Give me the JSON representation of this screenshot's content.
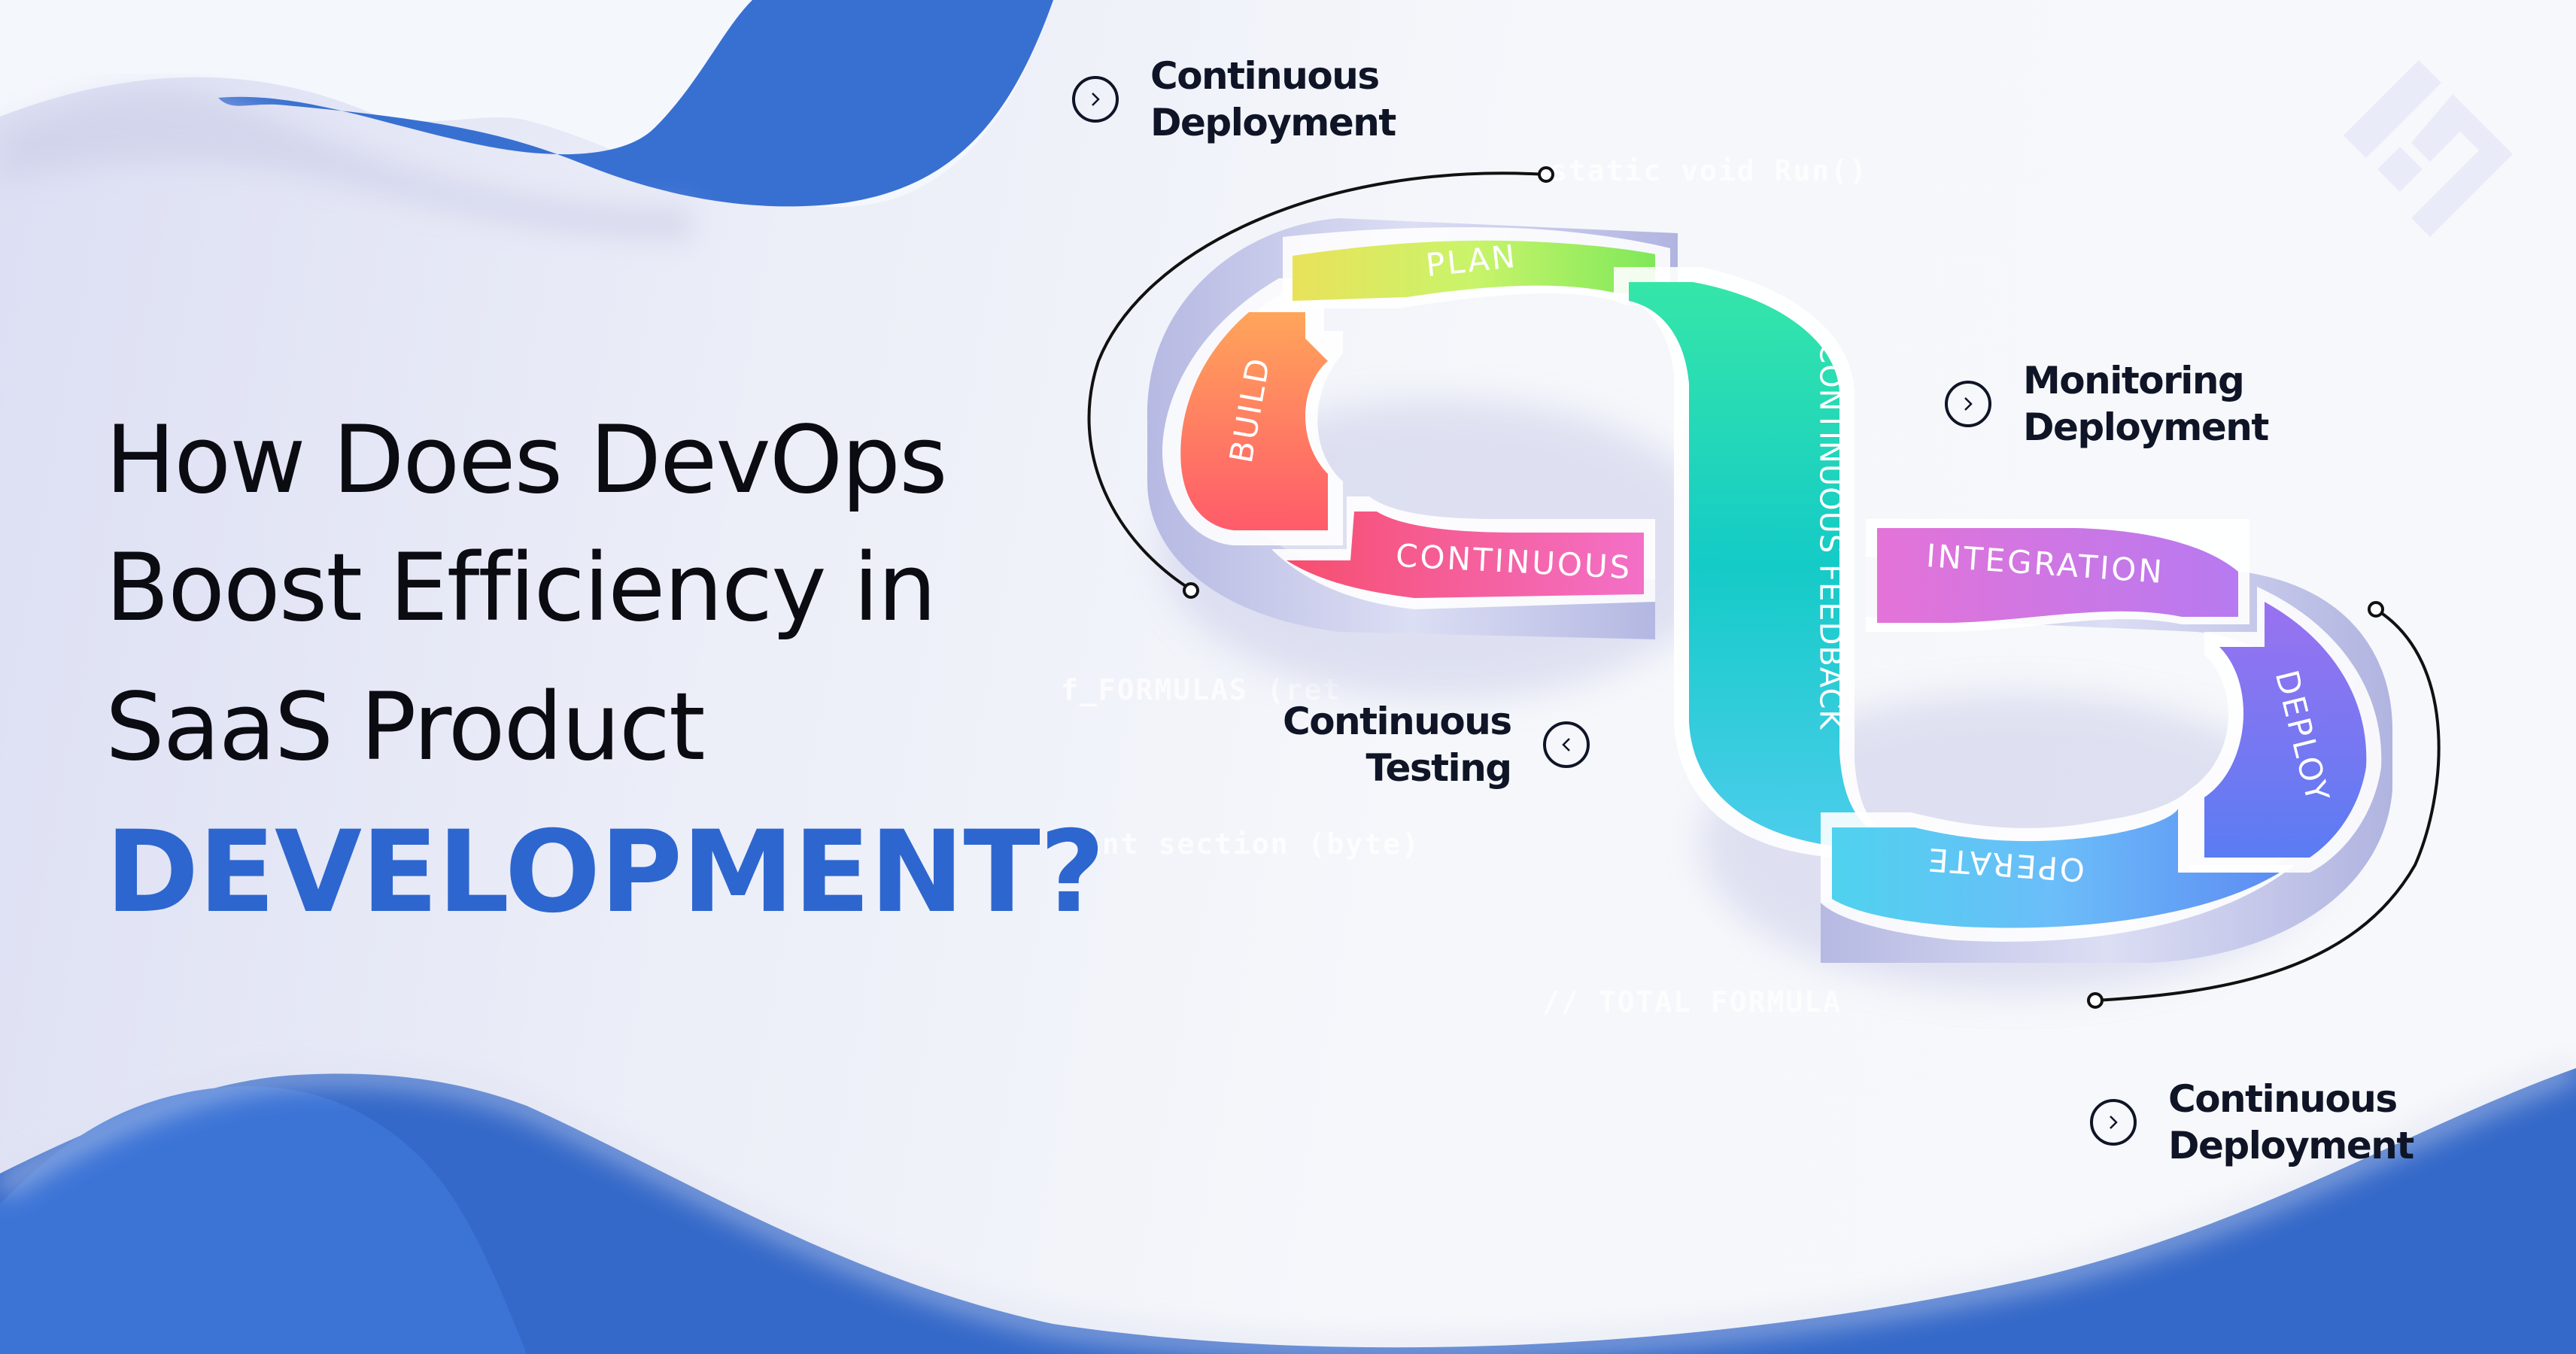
{
  "headline": {
    "line1": "How Does DevOps",
    "line2": "Boost Efficiency in",
    "line3": "SaaS Product",
    "line4_emphasis": "DEVELOPMENT?"
  },
  "colors": {
    "brand_blue": "#2d66cf",
    "wave_blue": "#3870d2",
    "text_dark": "#0f1526",
    "background": "#f5f7fb",
    "segment_build": "#ff7a5c",
    "segment_plan": "#b6f25a",
    "segment_continuous": "#f5579a",
    "segment_feedback": "#1fcfc0",
    "segment_integration": "#d46fe0",
    "segment_deploy": "#7a6cf0",
    "segment_operate": "#5ab8f5"
  },
  "loop": {
    "segments": [
      {
        "id": "build",
        "label": "BUILD"
      },
      {
        "id": "plan",
        "label": "PLAN"
      },
      {
        "id": "continuous",
        "label": "CONTINUOUS"
      },
      {
        "id": "feedback",
        "label": "CONTINUOUS FEEDBACK"
      },
      {
        "id": "integration",
        "label": "INTEGRATION"
      },
      {
        "id": "deploy",
        "label": "DEPLOY"
      },
      {
        "id": "operate",
        "label": "OPERATE"
      }
    ]
  },
  "callouts": [
    {
      "id": "top-left",
      "line1": "Continuous",
      "line2": "Deployment",
      "icon": "chevron-right-icon"
    },
    {
      "id": "right",
      "line1": "Monitoring",
      "line2": "Deployment",
      "icon": "chevron-right-icon"
    },
    {
      "id": "middle",
      "line1": "Continuous",
      "line2": "Testing",
      "icon": "chevron-left-icon"
    },
    {
      "id": "bottom-right",
      "line1": "Continuous",
      "line2": "Deployment",
      "icon": "chevron-right-icon"
    }
  ],
  "background_code": [
    "static void Run()",
    "f_FORMULAS (ret",
    "int section (byte)",
    "// TOTAL FORMULA"
  ],
  "logo": {
    "icon": "brand-logo-icon"
  }
}
